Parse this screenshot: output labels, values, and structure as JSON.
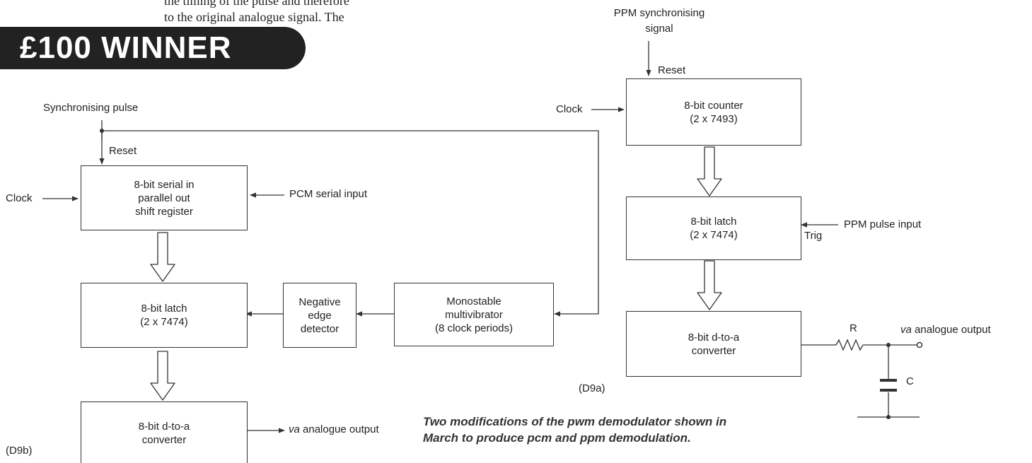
{
  "intro": {
    "line1": "the timing of the pulse and therefore",
    "line2": "to the original analogue signal. The"
  },
  "banner": "£100 WINNER",
  "d9b": {
    "sync_label": "Synchronising pulse",
    "reset": "Reset",
    "clock": "Clock",
    "shift_register": [
      "8-bit serial in",
      "parallel out",
      "shift register"
    ],
    "pcm_input": "PCM serial input",
    "latch": [
      "8-bit latch",
      "(2 x 7474)"
    ],
    "edge_detector": [
      "Negative",
      "edge",
      "detector"
    ],
    "monostable": [
      "Monostable",
      "multivibrator",
      "(8 clock periods)"
    ],
    "dac": [
      "8-bit d-to-a",
      "converter"
    ],
    "output_prefix": "va",
    "output_suffix": " analogue output",
    "tag": "(D9b)"
  },
  "d9a": {
    "sync_label": [
      "PPM synchronising",
      "signal"
    ],
    "reset": "Reset",
    "clock": "Clock",
    "counter": [
      "8-bit counter",
      "(2 x 7493)"
    ],
    "latch": [
      "8-bit latch",
      "(2 x 7474)"
    ],
    "trig": "Trig",
    "ppm_input": "PPM pulse input",
    "dac": [
      "8-bit d-to-a",
      "converter"
    ],
    "r": "R",
    "c": "C",
    "output_prefix": "va",
    "output_suffix": " analogue output",
    "tag": "(D9a)"
  },
  "caption": [
    "Two modifications of the pwm demodulator shown in",
    "March to produce pcm and ppm demodulation."
  ]
}
